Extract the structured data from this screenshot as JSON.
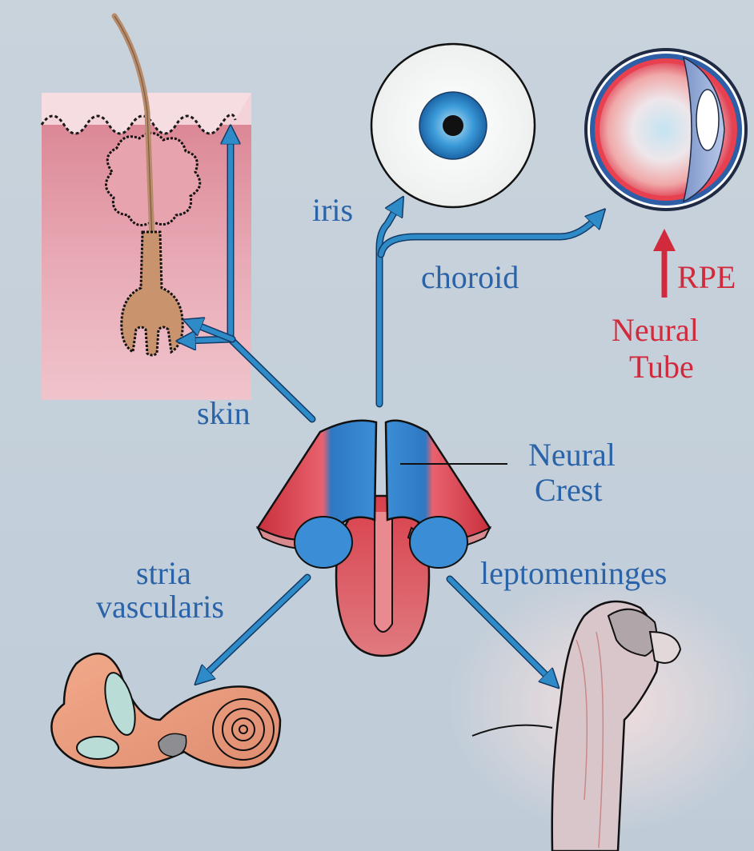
{
  "labels": {
    "iris": "iris",
    "choroid": "choroid",
    "rpe": "RPE",
    "neural_tube_line1": "Neural",
    "neural_tube_line2": "Tube",
    "skin": "skin",
    "neural_crest_line1": "Neural",
    "neural_crest_line2": "Crest",
    "stria_line1": "stria",
    "stria_line2": "vascularis",
    "leptomeninges": "leptomeninges"
  },
  "colors": {
    "background": "#c6d1db",
    "crest_blue": "#2a63a8",
    "tube_red": "#d02a3c",
    "arrow_blue": "#2f8bc8",
    "skin_pink": "#e6a0ad"
  }
}
